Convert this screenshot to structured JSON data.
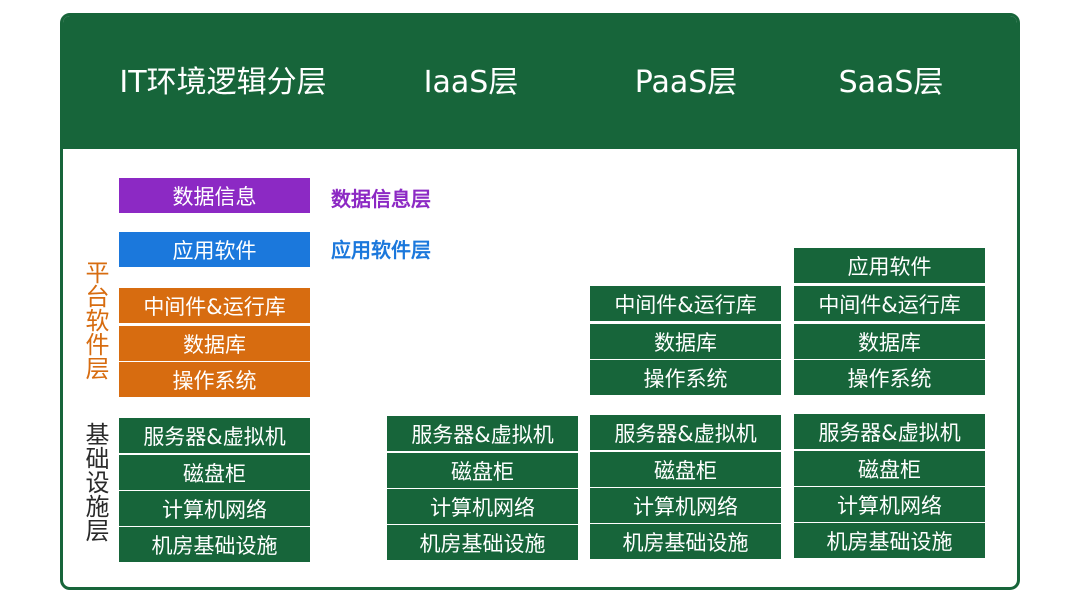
{
  "header": {
    "col1": "IT环境逻辑分层",
    "col2": "IaaS层",
    "col3": "PaaS层",
    "col4": "SaaS层"
  },
  "side_labels": {
    "platform": "平台软件层",
    "infrastructure": "基础设施层"
  },
  "layer_labels": {
    "data_info": "数据信息层",
    "app_software": "应用软件层"
  },
  "column_it": {
    "data_info": "数据信息",
    "app_software": "应用软件",
    "platform": [
      "中间件&运行库",
      "数据库",
      "操作系统"
    ],
    "infra": [
      "服务器&虚拟机",
      "磁盘柜",
      "计算机网络",
      "机房基础设施"
    ]
  },
  "column_iaas": {
    "infra": [
      "服务器&虚拟机",
      "磁盘柜",
      "计算机网络",
      "机房基础设施"
    ]
  },
  "column_paas": {
    "platform": [
      "中间件&运行库",
      "数据库",
      "操作系统"
    ],
    "infra": [
      "服务器&虚拟机",
      "磁盘柜",
      "计算机网络",
      "机房基础设施"
    ]
  },
  "column_saas": {
    "app_software": "应用软件",
    "platform": [
      "中间件&运行库",
      "数据库",
      "操作系统"
    ],
    "infra": [
      "服务器&虚拟机",
      "磁盘柜",
      "计算机网络",
      "机房基础设施"
    ]
  },
  "colors": {
    "green": "#17653a",
    "orange": "#d76c10",
    "purple": "#8c29c4",
    "blue": "#1b78dc"
  }
}
